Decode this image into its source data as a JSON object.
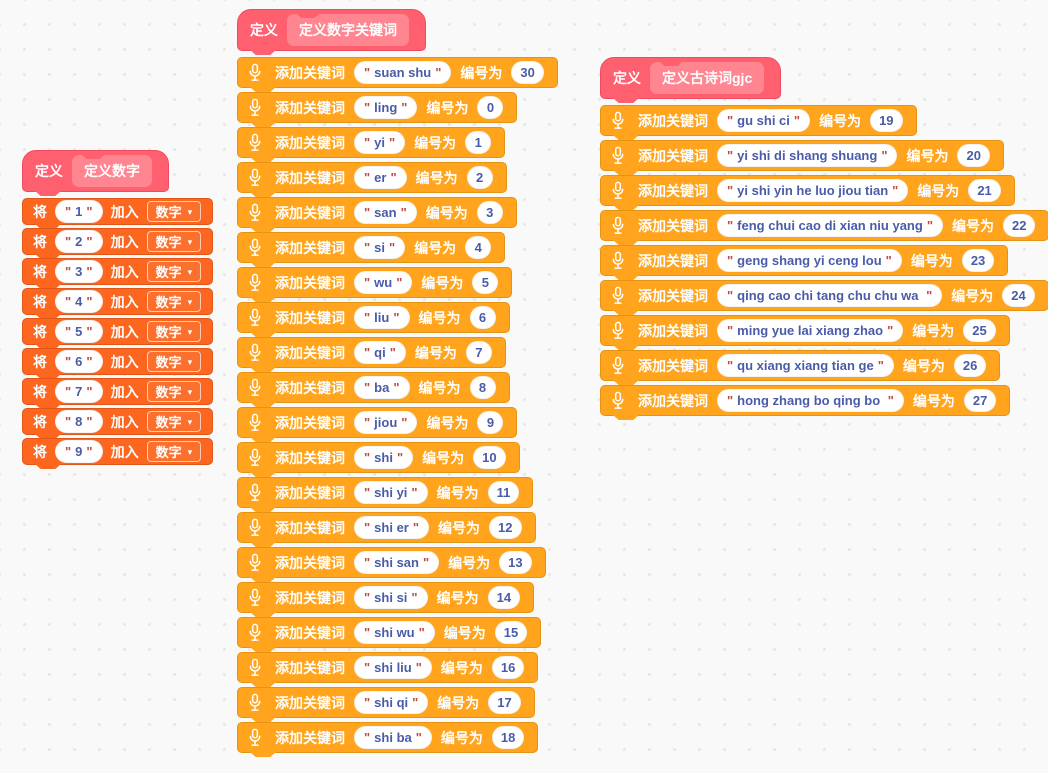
{
  "workspace": {
    "background": "#f9f9f9",
    "dot_color": "#e7e7e7"
  },
  "colors": {
    "hat_fill": "#ff6070",
    "hat_border": "#f04a60",
    "hat_inner_fill": "#ff8591",
    "keyword_block_fill": "#ffa41c",
    "keyword_block_border": "#e39413",
    "list_block_fill": "#fc661f",
    "list_block_border": "#e25617",
    "input_value_text": "#4a5ba8",
    "quote_text": "#c14b44"
  },
  "labels": {
    "define": "定义",
    "add_keyword": "添加关键词",
    "number_prefix": "编号为",
    "list_add_prefix": "将",
    "list_add_suffix": "加入",
    "list_name": "数字",
    "quote": "\""
  },
  "icons": {
    "microphone": "microphone-icon",
    "dropdown_caret": "▾"
  },
  "stacks": [
    {
      "name": "定义数字",
      "kind": "list",
      "blocks": [
        {
          "value": "1"
        },
        {
          "value": "2"
        },
        {
          "value": "3"
        },
        {
          "value": "4"
        },
        {
          "value": "5"
        },
        {
          "value": "6"
        },
        {
          "value": "7"
        },
        {
          "value": "8"
        },
        {
          "value": "9"
        }
      ]
    },
    {
      "name": "定义数字关键词",
      "kind": "keyword",
      "blocks": [
        {
          "keyword": "suan shu",
          "number": "30"
        },
        {
          "keyword": "ling",
          "number": "0"
        },
        {
          "keyword": "yi",
          "number": "1"
        },
        {
          "keyword": "er",
          "number": "2"
        },
        {
          "keyword": "san",
          "number": "3"
        },
        {
          "keyword": "si",
          "number": "4"
        },
        {
          "keyword": "wu",
          "number": "5"
        },
        {
          "keyword": "liu",
          "number": "6"
        },
        {
          "keyword": "qi",
          "number": "7"
        },
        {
          "keyword": "ba",
          "number": "8"
        },
        {
          "keyword": "jiou",
          "number": "9"
        },
        {
          "keyword": "shi",
          "number": "10"
        },
        {
          "keyword": "shi yi",
          "number": "11"
        },
        {
          "keyword": "shi er",
          "number": "12"
        },
        {
          "keyword": "shi san",
          "number": "13"
        },
        {
          "keyword": "shi si",
          "number": "14"
        },
        {
          "keyword": "shi wu",
          "number": "15"
        },
        {
          "keyword": "shi liu",
          "number": "16"
        },
        {
          "keyword": "shi qi",
          "number": "17"
        },
        {
          "keyword": "shi ba",
          "number": "18"
        }
      ]
    },
    {
      "name": "定义古诗词gjc",
      "kind": "keyword",
      "blocks": [
        {
          "keyword": "gu shi ci",
          "number": "19"
        },
        {
          "keyword": "yi shi di shang shuang",
          "number": "20"
        },
        {
          "keyword": "yi shi yin he luo jiou tian",
          "number": "21"
        },
        {
          "keyword": "feng chui cao di xian niu yang",
          "number": "22"
        },
        {
          "keyword": "geng shang yi ceng lou",
          "number": "23"
        },
        {
          "keyword": "qing cao chi tang chu chu wa ",
          "number": "24"
        },
        {
          "keyword": "ming yue lai xiang zhao",
          "number": "25"
        },
        {
          "keyword": "qu xiang xiang tian ge",
          "number": "26"
        },
        {
          "keyword": "hong zhang bo qing bo ",
          "number": "27"
        }
      ]
    }
  ]
}
